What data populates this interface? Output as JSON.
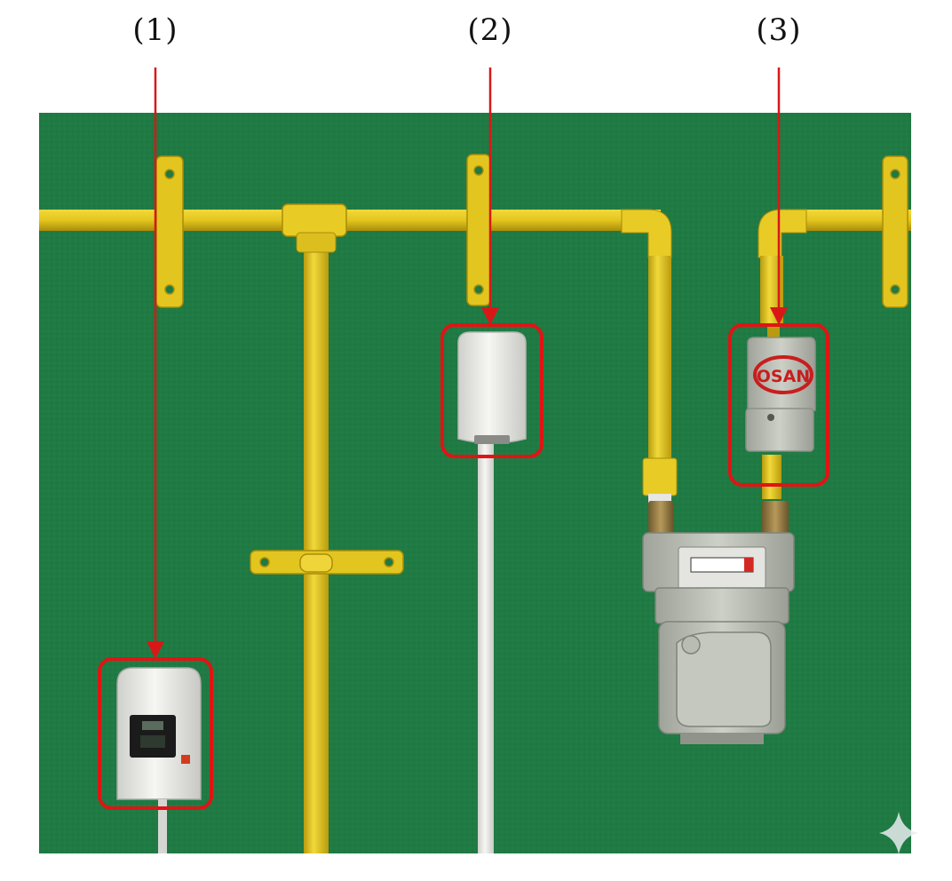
{
  "labels": [
    {
      "text": "(1)"
    },
    {
      "text": "(2)"
    },
    {
      "text": "(3)"
    }
  ],
  "meter_brand": "OSAN",
  "colors": {
    "wall": "#1f7a43",
    "pipe": "#e3c51f",
    "pipe_shadow": "#b89b0e",
    "highlight": "#e01414",
    "device": "#e6e6e2",
    "meter": "#b9bcb3",
    "background": "#ffffff"
  }
}
